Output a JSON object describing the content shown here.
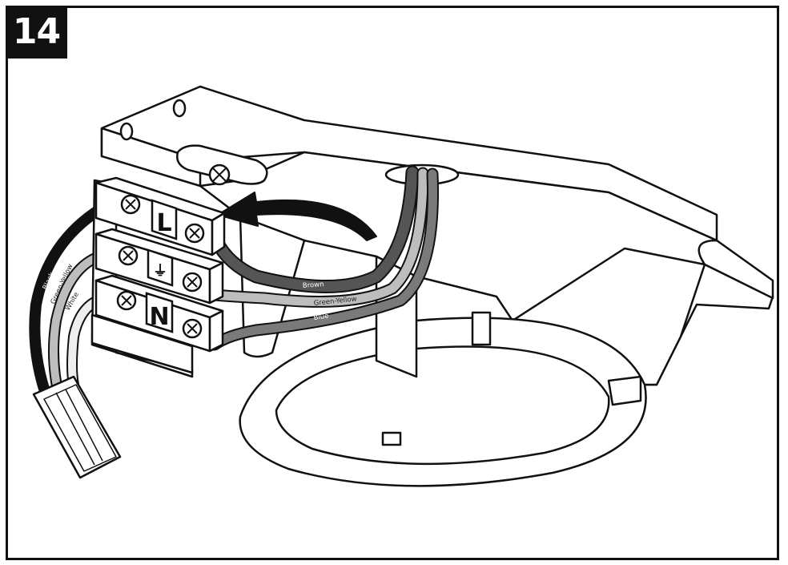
{
  "step": {
    "number": "14"
  },
  "terminal_block": {
    "live_symbol": "L",
    "neutral_symbol": "N",
    "earth_symbol": "⏚"
  },
  "wires": {
    "fixture_side": {
      "black": "Black",
      "green_yellow": "Green-Yellow",
      "white": "White"
    },
    "supply_side": {
      "brown": "Brown",
      "green_yellow": "Green-Yellow",
      "blue": "Blue"
    }
  },
  "colors": {
    "outline": "#111111",
    "black_wire": "#111111",
    "brown_wire": "#555555",
    "green_yellow_wire": "#bdbdbd",
    "blue_wire": "#7a7a7a",
    "white_wire": "#eeeeee"
  }
}
